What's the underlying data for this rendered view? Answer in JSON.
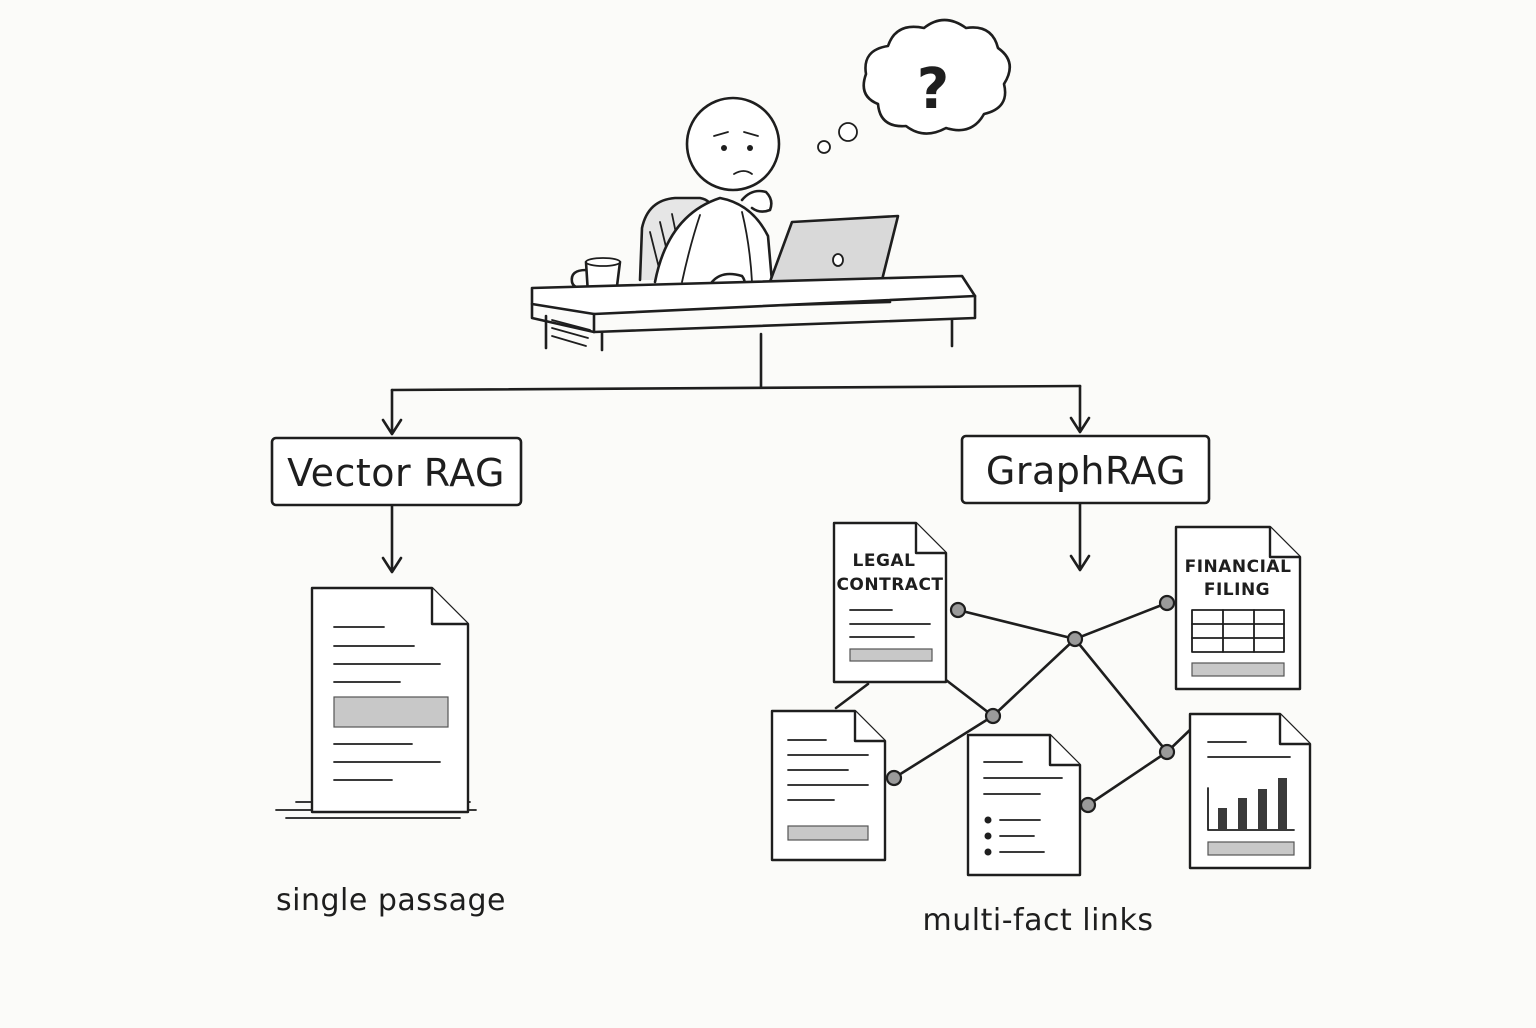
{
  "question_mark": "?",
  "boxes": {
    "vector_rag": "Vector RAG",
    "graph_rag": "GraphRAG"
  },
  "documents": {
    "legal_line1": "LEGAL",
    "legal_line2": "CONTRACT",
    "financial_line1": "FINANCIAL",
    "financial_line2": "FILING"
  },
  "captions": {
    "single_passage": "single passage",
    "multi_fact_links": "multi-fact links"
  },
  "colors": {
    "ink": "#1e1e1e",
    "background": "#fbfbf9",
    "highlight": "#c8c8c8",
    "node": "#9a9a9a"
  }
}
